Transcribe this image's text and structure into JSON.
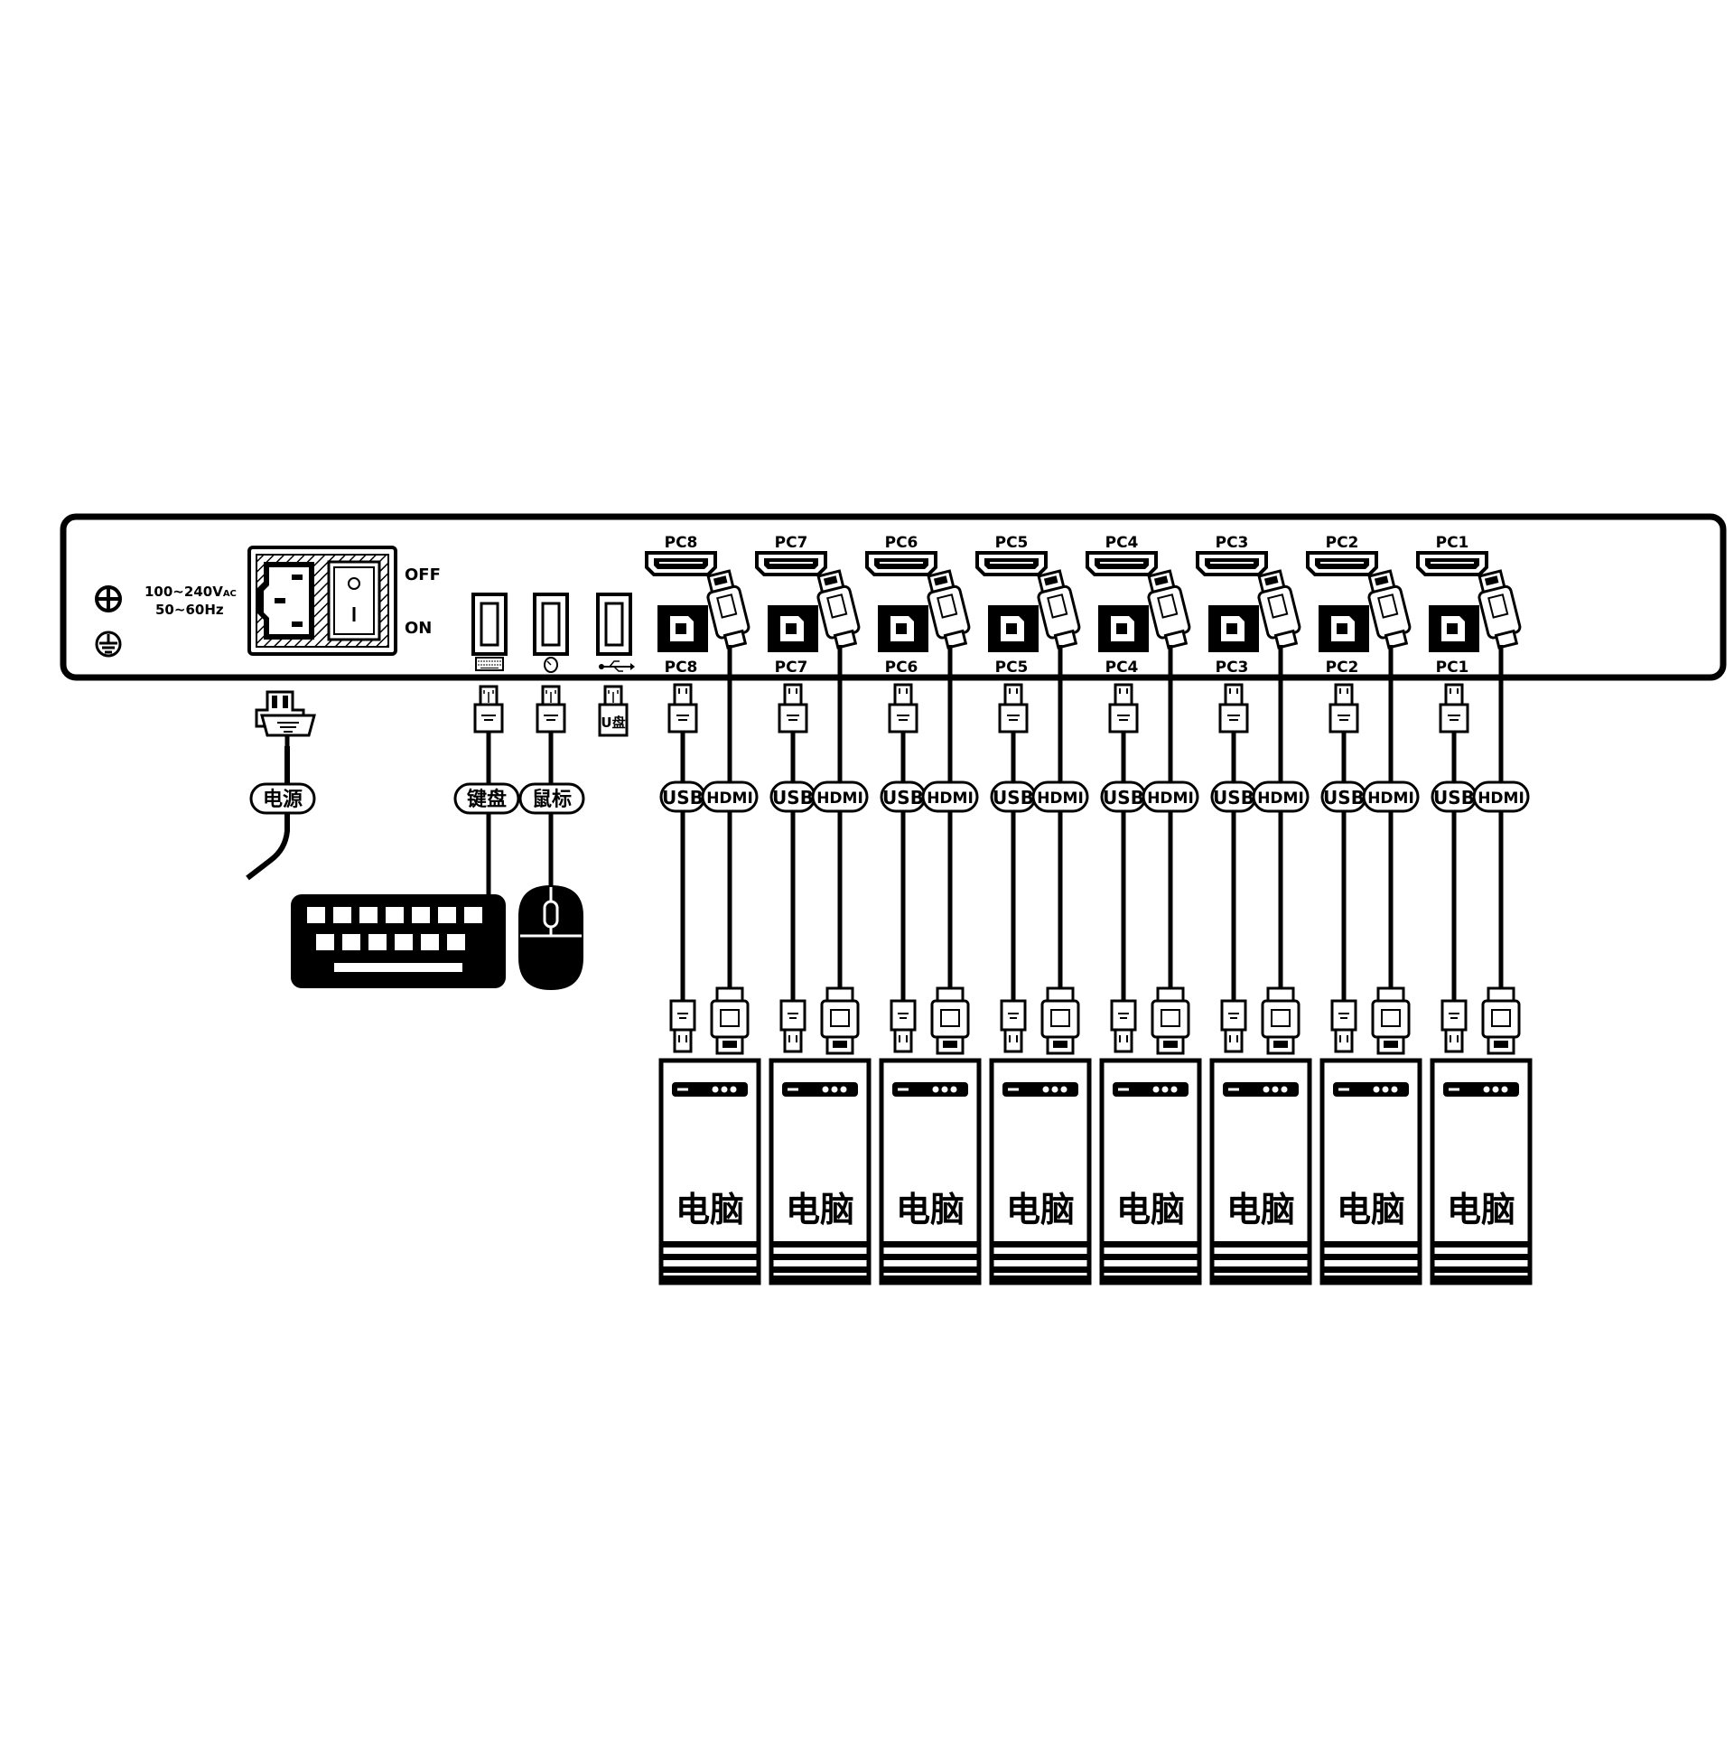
{
  "power": {
    "voltage_main": "100~240V",
    "voltage_sub": "AC",
    "frequency": "50~60Hz",
    "switch_off": "OFF",
    "switch_on": "ON",
    "cable_label": "电源"
  },
  "peripherals": {
    "keyboard_label": "键盘",
    "mouse_label": "鼠标",
    "usb_drive_label": "U盘"
  },
  "ports": [
    {
      "hdmi": "PC8",
      "usb": "PC8"
    },
    {
      "hdmi": "PC7",
      "usb": "PC7"
    },
    {
      "hdmi": "PC6",
      "usb": "PC6"
    },
    {
      "hdmi": "PC5",
      "usb": "PC5"
    },
    {
      "hdmi": "PC4",
      "usb": "PC4"
    },
    {
      "hdmi": "PC3",
      "usb": "PC3"
    },
    {
      "hdmi": "PC2",
      "usb": "PC2"
    },
    {
      "hdmi": "PC1",
      "usb": "PC1"
    }
  ],
  "cable_labels": {
    "usb": "USB",
    "hdmi": "HDMI"
  },
  "computer_label": "电脑",
  "colors": {
    "ink": "#000000",
    "paper": "#ffffff"
  }
}
